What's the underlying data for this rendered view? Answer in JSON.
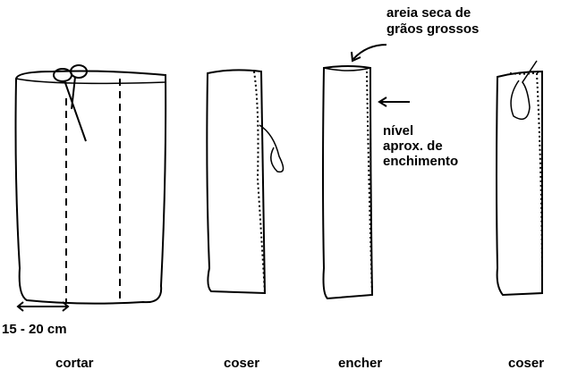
{
  "annotations": {
    "sand_line1": "areia seca de",
    "sand_line2": "grãos grossos",
    "level_line1": "nível",
    "level_line2": "aprox. de",
    "level_line3": "enchimento",
    "width": "15 - 20 cm"
  },
  "steps": [
    "cortar",
    "coser",
    "encher",
    "coser"
  ],
  "colors": {
    "ink": "#000000",
    "background": "#ffffff"
  }
}
